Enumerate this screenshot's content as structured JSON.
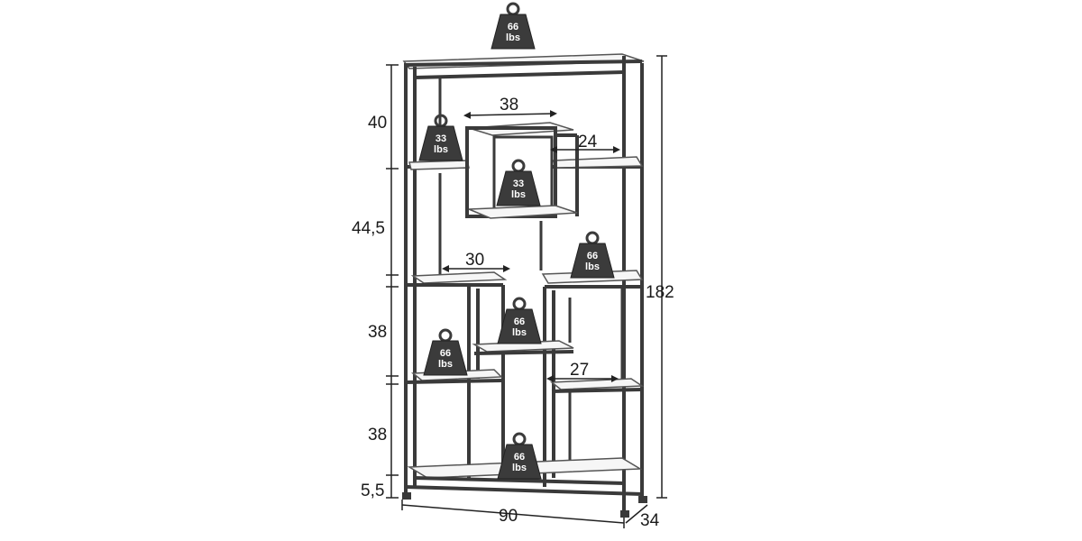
{
  "dimensions": {
    "top_section": "40",
    "second_section": "44,5",
    "third_section": "38",
    "fourth_section": "38",
    "foot": "5,5",
    "total_height": "182",
    "width": "90",
    "depth": "34",
    "upper_box_width": "38",
    "upper_side_shelf": "24",
    "middle_shelf": "30",
    "lower_side_shelf": "27"
  },
  "weights": {
    "top": {
      "value": "66",
      "unit": "lbs"
    },
    "upper_left": {
      "value": "33",
      "unit": "lbs"
    },
    "upper_center": {
      "value": "33",
      "unit": "lbs"
    },
    "right_middle": {
      "value": "66",
      "unit": "lbs"
    },
    "center_middle": {
      "value": "66",
      "unit": "lbs"
    },
    "left_lower": {
      "value": "66",
      "unit": "lbs"
    },
    "bottom_center": {
      "value": "66",
      "unit": "lbs"
    }
  }
}
